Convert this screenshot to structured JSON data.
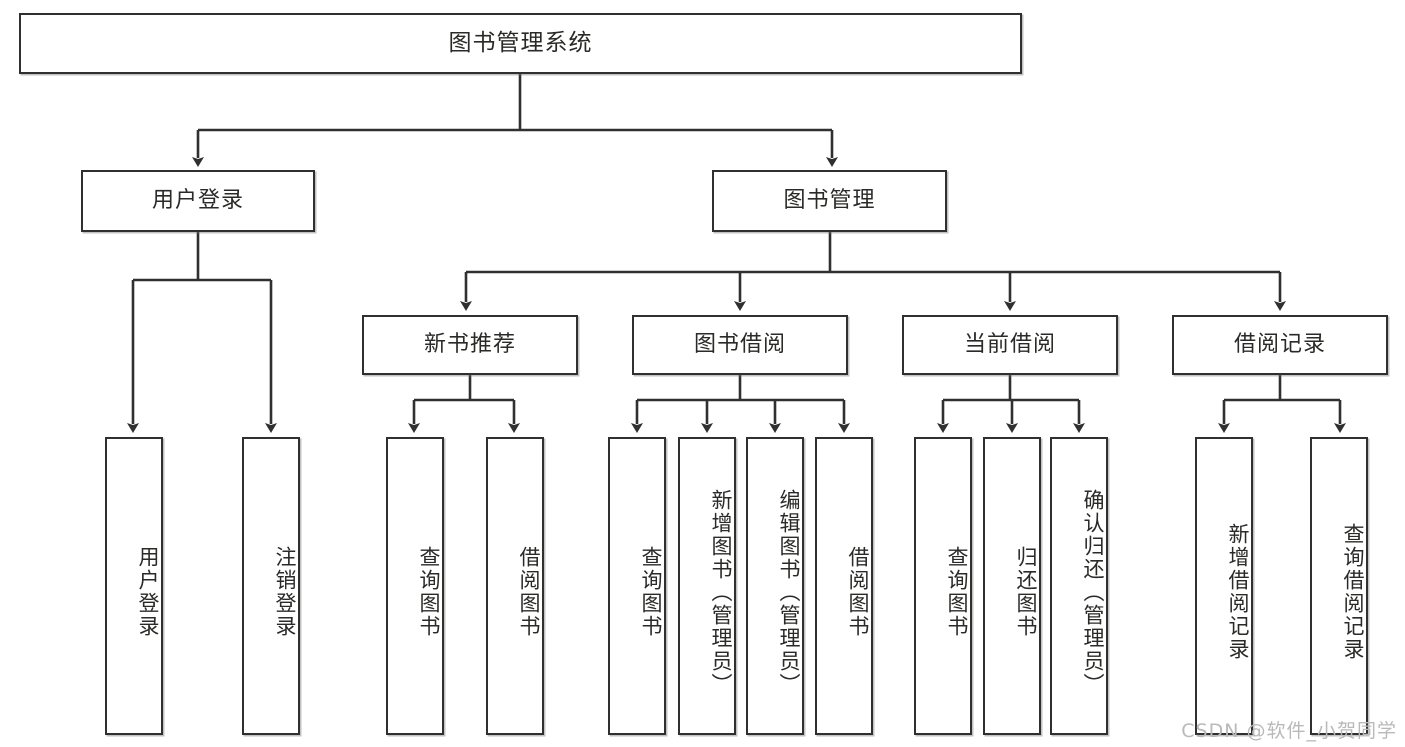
{
  "diagram": {
    "title": "图书管理系统",
    "type": "hierarchy-tree",
    "root": {
      "label": "图书管理系统"
    },
    "level2": [
      {
        "label": "用户登录"
      },
      {
        "label": "图书管理"
      }
    ],
    "level3": [
      {
        "label": "新书推荐"
      },
      {
        "label": "图书借阅"
      },
      {
        "label": "当前借阅"
      },
      {
        "label": "借阅记录"
      }
    ],
    "leaves": {
      "user_login": [
        {
          "label": "用户登录"
        },
        {
          "label": "注销登录"
        }
      ],
      "new_book_recommend": [
        {
          "label": "查询图书"
        },
        {
          "label": "借阅图书"
        }
      ],
      "book_borrow": [
        {
          "label": "查询图书"
        },
        {
          "label": "新增图书（管理员）"
        },
        {
          "label": "编辑图书（管理员）"
        },
        {
          "label": "借阅图书"
        }
      ],
      "current_borrow": [
        {
          "label": "查询图书"
        },
        {
          "label": "归还图书"
        },
        {
          "label": "确认归还（管理员）"
        }
      ],
      "borrow_record": [
        {
          "label": "新增借阅记录"
        },
        {
          "label": "查询借阅记录"
        }
      ]
    }
  },
  "watermark": {
    "text": "CSDN @软件_小贺同学"
  },
  "colors": {
    "border": "#30302f",
    "text": "#2a2a28",
    "background": "#ffffff",
    "watermark": "#b9b9b9"
  }
}
